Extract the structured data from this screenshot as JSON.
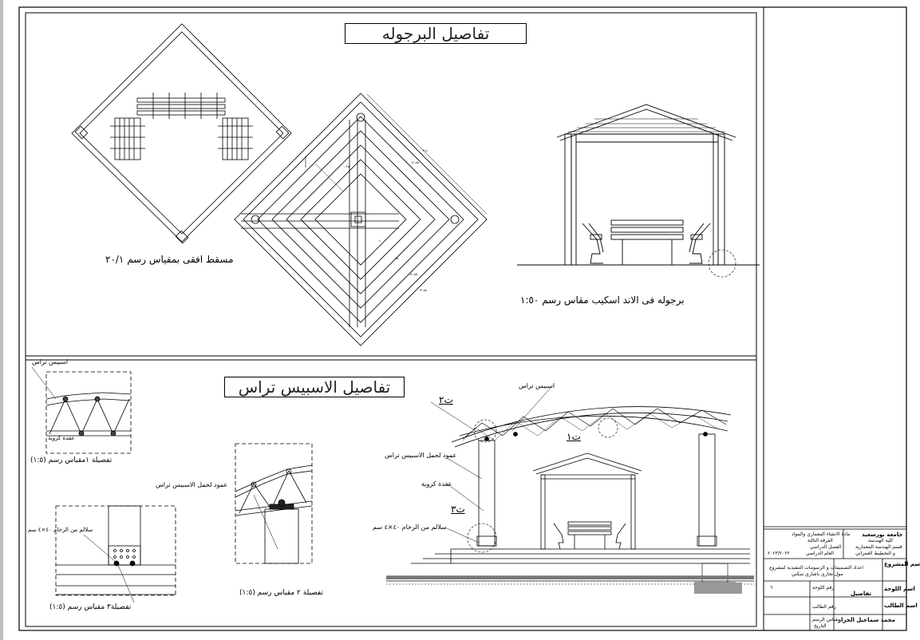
{
  "top": {
    "title": "تفاصيل البرجوله",
    "plan_caption": "مسقط افقى بمقياس رسم ٢٠/١",
    "elevation_caption": "برجوله فى الاند اسكيب مقاس رسم ١:٥٠"
  },
  "bottom": {
    "title": "تفاصيل الاسبيس تراس",
    "label_space_truss": "اسبيس تراس",
    "label_column": "عمود لحمل الاسبيس تراس",
    "label_ball": "عقدة كروية",
    "label_marble": "سلالم من الرخام ٤٠×٤ سم",
    "tag_1": "ت١",
    "tag_2": "ت٢",
    "tag_3": "ت٣",
    "d1_label_top": "اسبيس تراس",
    "d1_label_bottom": "عقدة كروية",
    "d1_caption": "تفصيلة ١مقياس رسم (١:٥)",
    "d2_label": "عمود لحمل الاسبيس تراس",
    "d2_caption": "تفصيلة ٢ مقياس رسم (١:٥)",
    "d3_label": "سلالم من الرخام ٤٠×٤ سم",
    "d3_caption": "تفصيلة٣ مقياس رسم (١:٥)"
  },
  "titleblock": {
    "univ": "جامعة بورسعيد",
    "faculty": "كلية الهندسة",
    "dept": "قسم الهندسة المعمارية",
    "dept2": "و التخطيط العمراني",
    "subject": "مادة الانشاء المعماري والمواد",
    "year": "الفرقة الثالثة",
    "term": "الفصل الدراسي",
    "eng": "العام الدراسي",
    "date_val": "٢٠٢٣/٢٠٢٢",
    "project_label": "اسم المشروع",
    "project_name": "اعداد التصميمات و الرسومات التنفيذية لمشروع",
    "project_name2": "مول تجاري باشاري سكني",
    "sheet_label": "اسم اللوحة",
    "sheet_name": "تفاصيل",
    "sheet_no_label": "رقم اللوحة",
    "sheet_no": "٦",
    "student_label": "اسم الطالب",
    "student_name": "محمد سماعيل الجزار",
    "student_no_label": "رقم الطالب",
    "scale_label": "مقياس الرسم",
    "date_label": "التاريخ"
  }
}
